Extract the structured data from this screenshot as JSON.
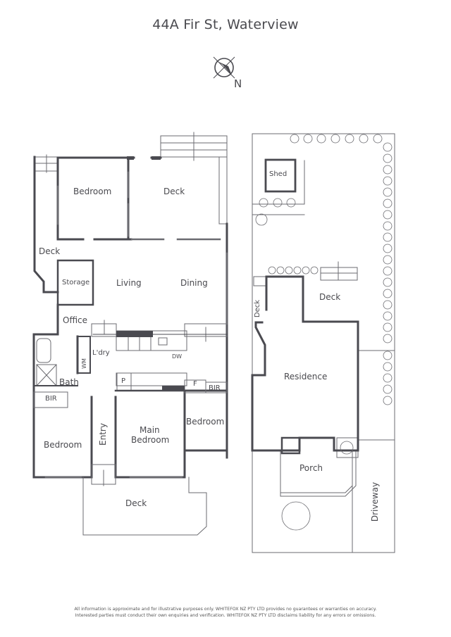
{
  "title": "44A Fir St, Waterview",
  "compass": {
    "icon": "north-arrow-icon",
    "label": "N"
  },
  "floor_plan": {
    "rooms": {
      "bedroom_top": "Bedroom",
      "deck_top": "Deck",
      "deck_left": "Deck",
      "storage": "Storage",
      "living": "Living",
      "dining": "Dining",
      "office": "Office",
      "laundry": "L'dry",
      "wm": "WM",
      "dw": "DW",
      "bath": "Bath",
      "pantry": "P",
      "fridge": "F",
      "bir_left": "BIR",
      "bir_right": "BIR",
      "bedroom_right": "Bedroom",
      "entry": "Entry",
      "main_bedroom_1": "Main",
      "main_bedroom_2": "Bedroom",
      "bedroom_bottom_left": "Bedroom",
      "deck_bottom": "Deck"
    }
  },
  "site_plan": {
    "labels": {
      "shed": "Shed",
      "deck_top": "Deck",
      "deck_side": "Deck",
      "residence": "Residence",
      "porch": "Porch",
      "driveway": "Driveway"
    }
  },
  "disclaimer": {
    "line1": "All information is approximate and for illustrative purposes only. WHITEFOX NZ PTY LTD provides no guarantees or warranties on accuracy.",
    "line2": "Interested parties must conduct their own enquiries and verification. WHITEFOX NZ PTY LTD disclaims liability for any errors or omissions."
  },
  "colors": {
    "wall": "#4a4a50",
    "thin": "#6b6b70",
    "text": "#4a4a4f"
  }
}
